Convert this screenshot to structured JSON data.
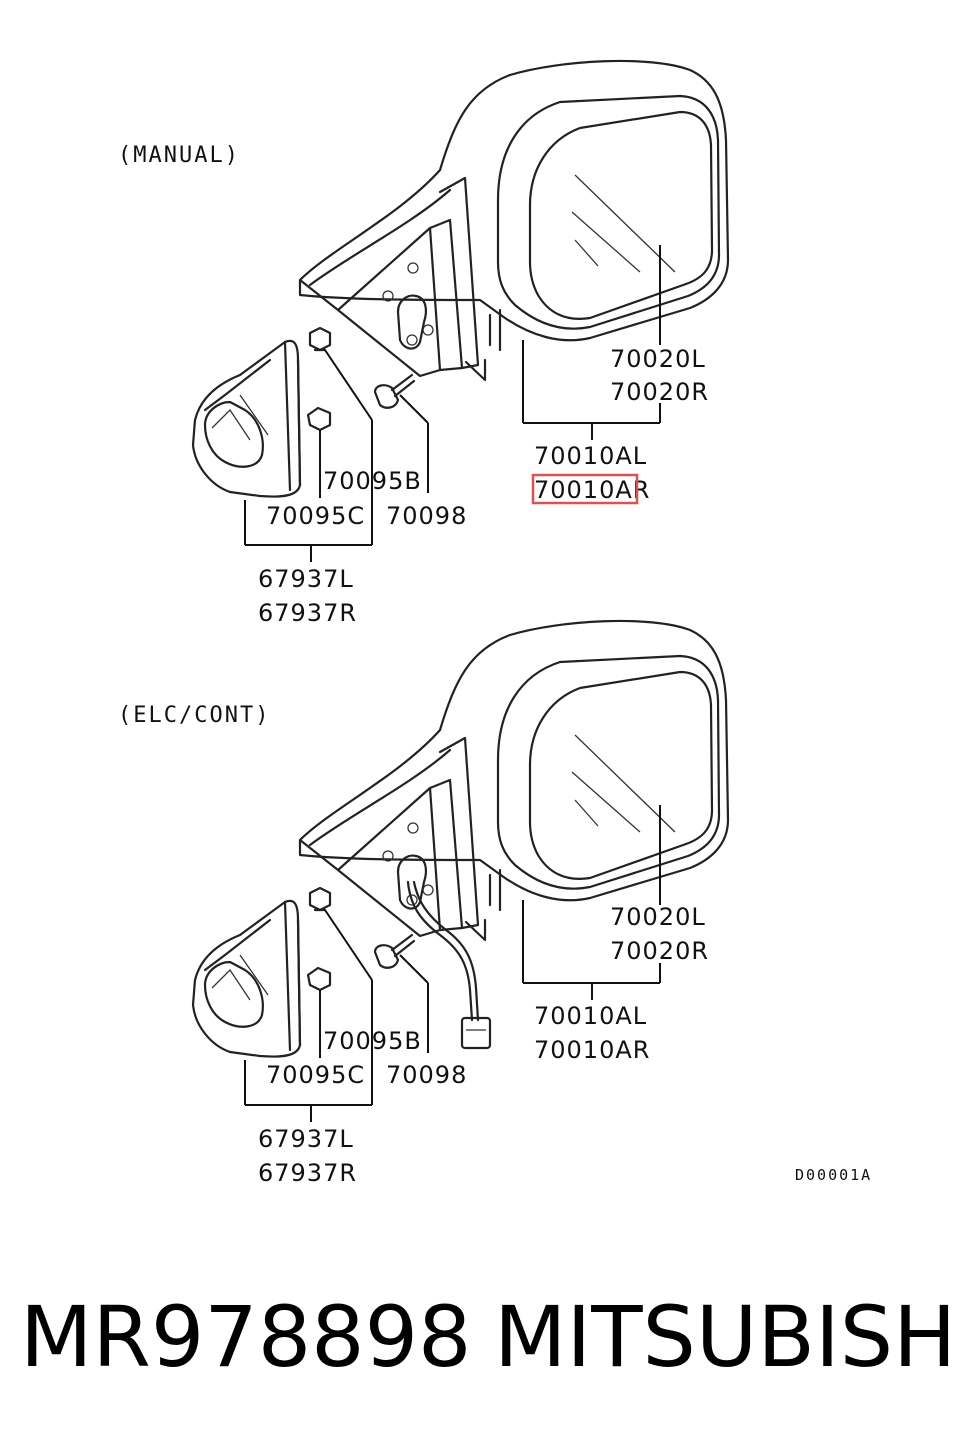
{
  "sections": [
    {
      "title": "(MANUAL)",
      "labels": {
        "mirror_glass_l": "70020L",
        "mirror_glass_r": "70020R",
        "mirror_assy_l": "70010AL",
        "mirror_assy_r": "70010AR",
        "clip_b": "70095B",
        "clip_c": "70095C",
        "screw": "70098",
        "cover_l": "67937L",
        "cover_r": "67937R"
      }
    },
    {
      "title": "(ELC/CONT)",
      "labels": {
        "mirror_glass_l": "70020L",
        "mirror_glass_r": "70020R",
        "mirror_assy_l": "70010AL",
        "mirror_assy_r": "70010AR",
        "clip_b": "70095B",
        "clip_c": "70095C",
        "screw": "70098",
        "cover_l": "67937L",
        "cover_r": "67937R"
      }
    }
  ],
  "highlight": {
    "text": "70010A",
    "color": "#e05050"
  },
  "diagram_code": "D00001A",
  "part_number": "MR978898",
  "brand": "MITSUBISHI"
}
